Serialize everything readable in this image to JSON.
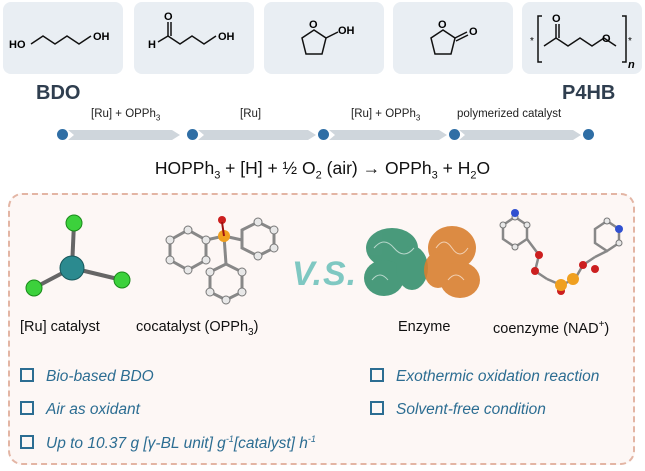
{
  "cards": [
    {
      "name": "bdo-structure"
    },
    {
      "name": "aldehyde-structure"
    },
    {
      "name": "lactol-structure"
    },
    {
      "name": "gbl-structure"
    },
    {
      "name": "p4hb-structure"
    }
  ],
  "labels": {
    "start": "BDO",
    "end": "P4HB"
  },
  "atoms": {
    "ho": "HO",
    "oh": "OH",
    "h": "H",
    "o": "O",
    "n": "n",
    "star": "*"
  },
  "steps": [
    "[Ru] + OPPh3",
    "[Ru]",
    "[Ru] + OPPh3",
    "polymerized catalyst"
  ],
  "equation": "HOPPh3 + [H] + ½ O2 (air) → OPPh3 + H2O",
  "captions": {
    "ru": "[Ru] catalyst",
    "cocat": "cocatalyst (OPPh3)",
    "enzyme": "Enzyme",
    "coenzyme": "coenzyme (NAD+)"
  },
  "vs": "V.S.",
  "bullets": [
    "Bio-based BDO",
    "Air as oxidant",
    "Up to 10.37 g [γ-BL unit] g-1[catalyst] h-1",
    "Exothermic oxidation reaction",
    "Solvent-free condition"
  ],
  "colors": {
    "card": "#e9eef3",
    "dot": "#2f6ea5",
    "bullet": "#2c6d92",
    "panel_border": "#e3b5a4",
    "vs": "#7fc8c2"
  }
}
